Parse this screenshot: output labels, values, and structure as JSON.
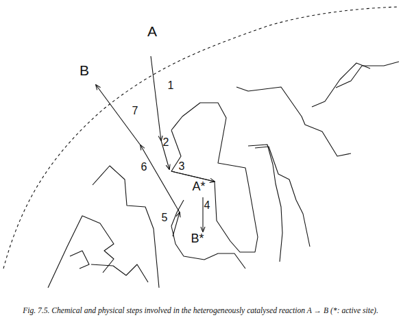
{
  "diagram": {
    "caption": "Fig. 7.5. Chemical and physical steps involved in the heterogeneously catalysed reaction A → B (*: active site).",
    "labels": [
      "A",
      "B",
      "1",
      "7",
      "2",
      "3",
      "6",
      "A*",
      "4",
      "5",
      "B*"
    ]
  }
}
